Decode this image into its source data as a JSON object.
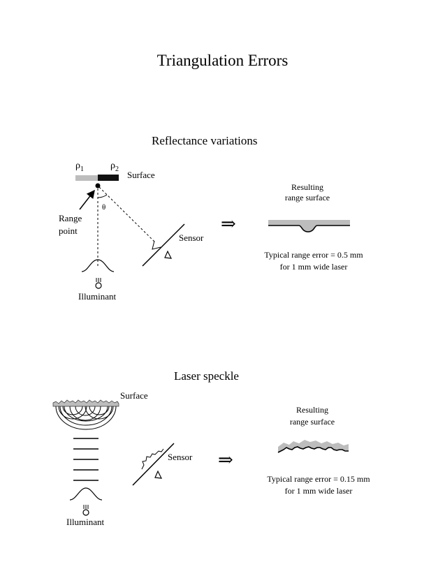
{
  "title": "Triangulation Errors",
  "sections": {
    "reflectance": {
      "heading": "Reflectance variations",
      "rho1": "ρ",
      "rho1_sub": "1",
      "rho2": "ρ",
      "rho2_sub": "2",
      "surface_label": "Surface",
      "theta_label": "θ",
      "range_point_line1": "Range",
      "range_point_line2": "point",
      "sensor_label": "Sensor",
      "illuminant_label": "Illuminant",
      "arrow": "⇒",
      "result_line1": "Resulting",
      "result_line2": "range surface",
      "error_line1": "Typical range error = 0.5 mm",
      "error_line2": "for 1 mm wide laser"
    },
    "speckle": {
      "heading": "Laser speckle",
      "surface_label": "Surface",
      "sensor_label": "Sensor",
      "illuminant_label": "Illuminant",
      "arrow": "⇒",
      "result_line1": "Resulting",
      "result_line2": "range surface",
      "error_line1": "Typical range error = 0.15 mm",
      "error_line2": "for 1 mm wide laser"
    }
  },
  "colors": {
    "surface_gray": "#bdbdbd",
    "dark_patch": "#111111",
    "ink": "#000000"
  }
}
